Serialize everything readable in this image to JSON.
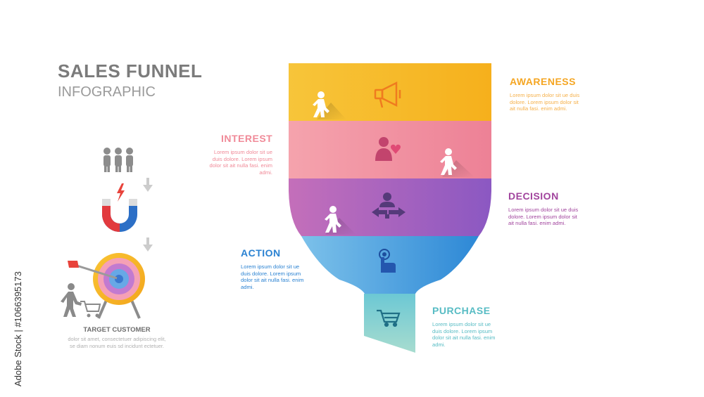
{
  "title": {
    "main": "SALES FUNNEL",
    "sub": "INFOGRAPHIC"
  },
  "stages": [
    {
      "id": "awareness",
      "label": "AWARENESS",
      "color": "#f7b726",
      "description": "Lorem ipsum dolor sit  ue duis dolore.  Lorem ipsum dolor sit ait nulla fasi. enim admi."
    },
    {
      "id": "interest",
      "label": "INTEREST",
      "color": "#f08f9c",
      "description": "Lorem ipsum dolor sit  ue duis dolore.  Lorem ipsum dolor sit ait nulla fasi. enim admi."
    },
    {
      "id": "decision",
      "label": "DECISION",
      "color": "#a35fb8",
      "description": "Lorem ipsum dolor sit  ue duis dolore.  Lorem ipsum dolor sit ait nulla fasi. enim admi."
    },
    {
      "id": "action",
      "label": "ACTION",
      "color": "#2f8fd8",
      "description": "Lorem ipsum dolor sit  ue duis dolore.  Lorem ipsum dolor sit ait nulla fasi. enim admi."
    },
    {
      "id": "purchase",
      "label": "PURCHASE",
      "color": "#5ec4c9",
      "description": "Lorem ipsum dolor sit  ue duis dolore.  Lorem ipsum dolor sit ait nulla fasi. enim admi."
    }
  ],
  "target": {
    "label": "TARGET CUSTOMER",
    "description": "dolor sit amet, consectetuer adipiscing elit, se diam nonum euis sd incidunt ectetuer."
  },
  "icons": [
    "people-icon",
    "magnet-icon",
    "target-icon",
    "walking-person-icon",
    "megaphone-icon",
    "person-heart-icon",
    "person-arrows-icon",
    "tap-icon",
    "cart-icon",
    "person-with-cart-icon"
  ],
  "stock_id": "Adobe Stock | #1066395173"
}
